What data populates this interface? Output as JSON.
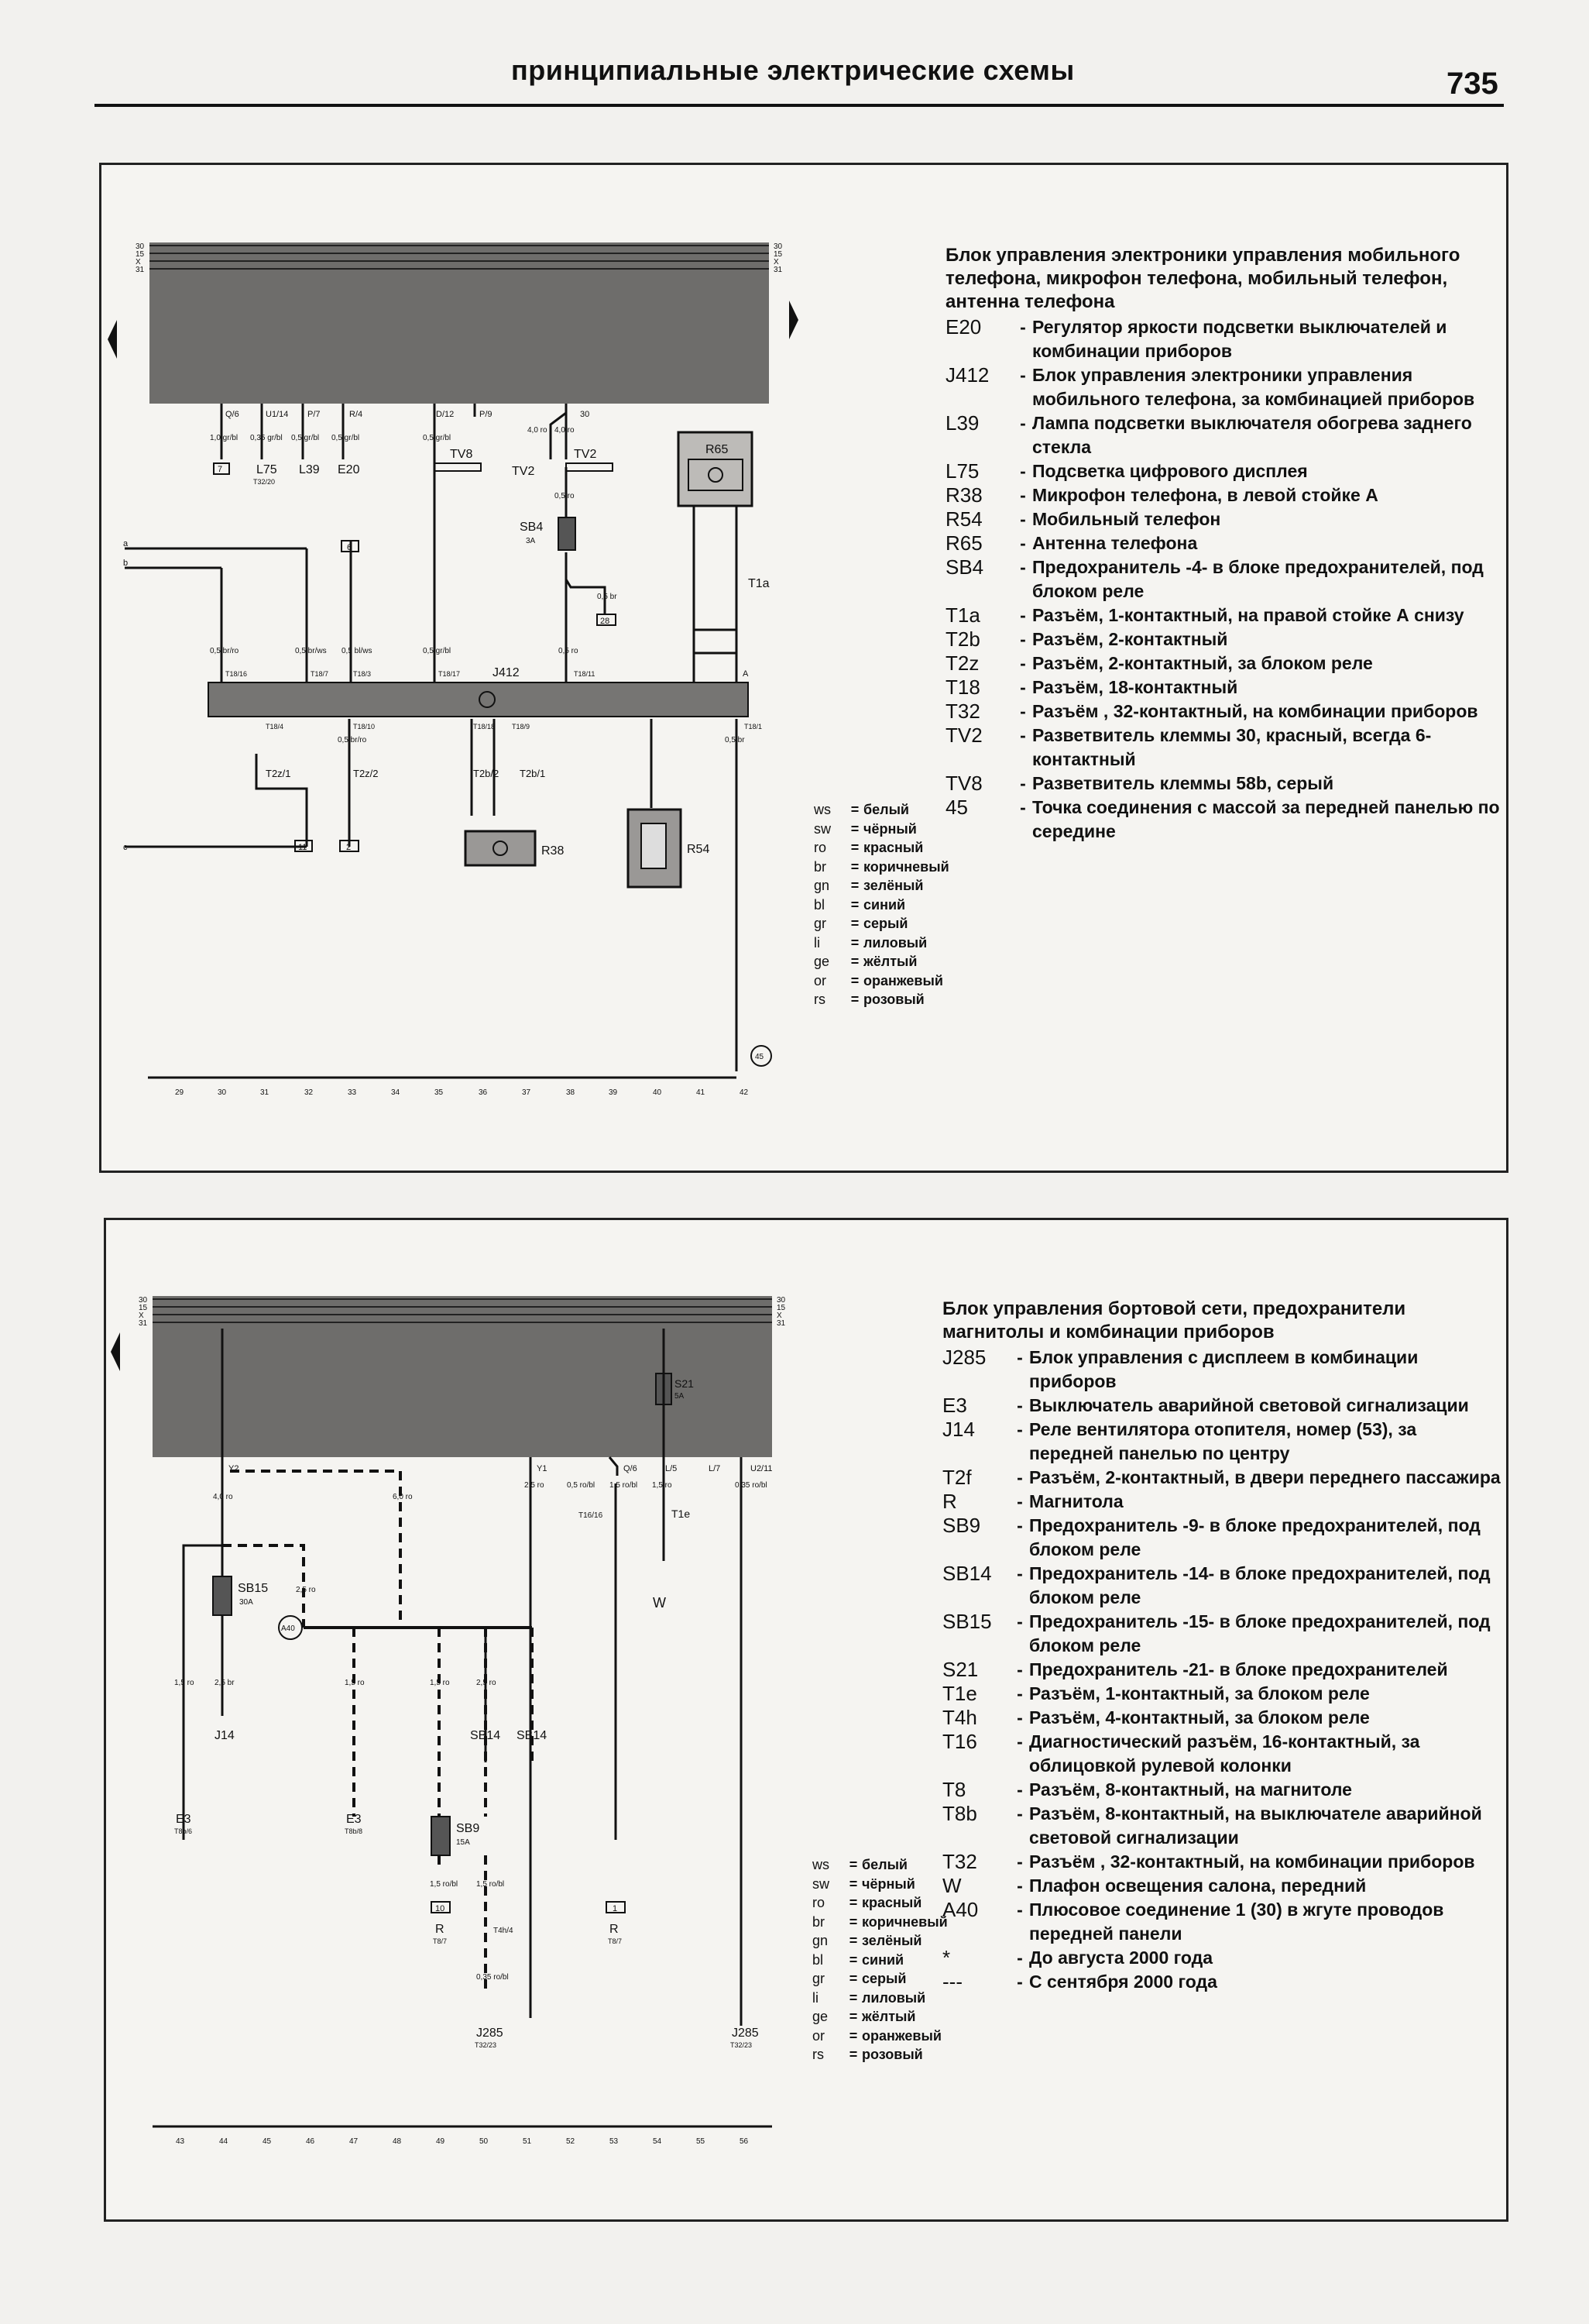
{
  "header": {
    "title": "принципиальные электрические схемы",
    "page": "735"
  },
  "common": {
    "bus_labels": [
      "30",
      "15",
      "X",
      "31"
    ],
    "color_codes": [
      {
        "code": "ws",
        "name": "белый"
      },
      {
        "code": "sw",
        "name": "чёрный"
      },
      {
        "code": "ro",
        "name": "красный"
      },
      {
        "code": "br",
        "name": "коричневый"
      },
      {
        "code": "gn",
        "name": "зелёный"
      },
      {
        "code": "bl",
        "name": "синий"
      },
      {
        "code": "gr",
        "name": "серый"
      },
      {
        "code": "li",
        "name": "лиловый"
      },
      {
        "code": "ge",
        "name": "жёлтый"
      },
      {
        "code": "or",
        "name": "оранжевый"
      },
      {
        "code": "rs",
        "name": "розовый"
      }
    ]
  },
  "diagram1": {
    "legend_title": "Блок управления электроники управления мобильного телефона, микрофон телефона, мобильный телефон, антенна телефона",
    "legend": [
      {
        "code": "E20",
        "desc": "Регулятор яркости подсветки выключателей и комбинации приборов"
      },
      {
        "code": "J412",
        "desc": "Блок управления электроники управления мобильного телефона, за комбинацией приборов"
      },
      {
        "code": "L39",
        "desc": "Лампа подсветки выключателя обогрева заднего стекла"
      },
      {
        "code": "L75",
        "desc": "Подсветка цифрового дисплея"
      },
      {
        "code": "R38",
        "desc": "Микрофон телефона, в левой стойке А"
      },
      {
        "code": "R54",
        "desc": "Мобильный телефон"
      },
      {
        "code": "R65",
        "desc": "Антенна телефона"
      },
      {
        "code": "SB4",
        "desc": "Предохранитель -4- в блоке предохранителей, под блоком реле"
      },
      {
        "code": "T1a",
        "desc": "Разъём, 1-контактный, на правой стойке А снизу"
      },
      {
        "code": "T2b",
        "desc": "Разъём, 2-контактный"
      },
      {
        "code": "T2z",
        "desc": "Разъём, 2-контактный, за блоком реле"
      },
      {
        "code": "T18",
        "desc": "Разъём, 18-контактный"
      },
      {
        "code": "T32",
        "desc": "Разъём , 32-контактный, на комбинации приборов"
      },
      {
        "code": "TV2",
        "desc": "Разветвитель клеммы 30, красный, всегда 6-контактный"
      },
      {
        "code": "TV8",
        "desc": "Разветвитель клеммы 58b, серый"
      },
      {
        "code": "45",
        "desc": "Точка соединения с массой за передней панелью по середине"
      }
    ],
    "top_pins": [
      "Q/6",
      "U1/14",
      "P/7",
      "R/4",
      "D/12",
      "P/9",
      "30"
    ],
    "wire_specs": [
      "1,0 gr/bl",
      "0,35 gr/bl",
      "0,5 gr/bl",
      "0,5 gr/bl",
      "0,5 gr/bl",
      "4,0 ro",
      "4,0 ro",
      "0,5 ro",
      "0,5 br/ro",
      "0,5 br/ws",
      "0,5 bl/ws",
      "0,5 gr/bl",
      "0,5 ro",
      "0,5 br",
      "0,5 br/ro",
      "0,5 br"
    ],
    "components": {
      "l75": "L75",
      "l75_sub": "T32/20",
      "l39": "L39",
      "e20": "E20",
      "tv8": "TV8",
      "tv2": "TV2",
      "tv2b": "TV2",
      "sb4": "SB4",
      "sb4_rating": "3A",
      "r65": "R65",
      "t1a": "T1a",
      "j412": "J412",
      "r38": "R38",
      "r54": "R54",
      "t2z1": "T2z/1",
      "t2z2": "T2z/2",
      "t2b2": "T2b/2",
      "t2b1": "T2b/1",
      "ground": "45"
    },
    "j412_pins": [
      "T18/16",
      "T18/7",
      "T18/3",
      "T18/17",
      "T18/11",
      "T18/4",
      "T18/10",
      "T18/18",
      "T18/9",
      "T18/1"
    ],
    "boxes": [
      "7",
      "6",
      "28",
      "11",
      "2"
    ],
    "side_letters": [
      "a",
      "b",
      "c",
      "A"
    ],
    "grid": [
      "29",
      "30",
      "31",
      "32",
      "33",
      "34",
      "35",
      "36",
      "37",
      "38",
      "39",
      "40",
      "41",
      "42"
    ]
  },
  "diagram2": {
    "legend_title": "Блок управления бортовой сети, предохранители магнитолы и комбинации приборов",
    "legend": [
      {
        "code": "J285",
        "desc": "Блок управления с дисплеем в комбинации приборов"
      },
      {
        "code": "E3",
        "desc": "Выключатель аварийной световой сигнализации"
      },
      {
        "code": "J14",
        "desc": "Реле вентилятора отопителя, номер (53), за передней панелью по центру"
      },
      {
        "code": "T2f",
        "desc": "Разъём, 2-контактный, в двери переднего пассажира"
      },
      {
        "code": "R",
        "desc": "Магнитола"
      },
      {
        "code": "SB9",
        "desc": "Предохранитель -9- в блоке предохранителей, под блоком реле"
      },
      {
        "code": "SB14",
        "desc": "Предохранитель -14- в блоке предохранителей, под блоком реле"
      },
      {
        "code": "SB15",
        "desc": "Предохранитель -15- в блоке предохранителей, под блоком реле"
      },
      {
        "code": "S21",
        "desc": "Предохранитель -21- в блоке предохранителей"
      },
      {
        "code": "T1e",
        "desc": "Разъём, 1-контактный, за блоком реле"
      },
      {
        "code": "T4h",
        "desc": "Разъём, 4-контактный, за блоком реле"
      },
      {
        "code": "T16",
        "desc": "Диагностический разъём, 16-контактный, за облицовкой рулевой колонки"
      },
      {
        "code": "T8",
        "desc": "Разъём, 8-контактный, на магнитоле"
      },
      {
        "code": "T8b",
        "desc": "Разъём, 8-контактный, на выключателе аварийной световой сигнализации"
      },
      {
        "code": "T32",
        "desc": "Разъём , 32-контактный, на комбинации приборов"
      },
      {
        "code": "W",
        "desc": "Плафон освещения салона, передний"
      },
      {
        "code": "A40",
        "desc": "Плюсовое соединение 1 (30) в жгуте проводов передней панели"
      },
      {
        "code": "*",
        "desc": "До августа 2000 года"
      },
      {
        "code": "---",
        "desc": "С сентября 2000 года"
      }
    ],
    "top_pins": [
      "Y2",
      "Y1",
      "Q/6",
      "L/5",
      "L/7",
      "U2/11"
    ],
    "wire_specs": [
      "4,0 ro",
      "6,0 ro",
      "2,5 ro",
      "0,5 ro/bl",
      "1,5 ro/bl",
      "1,5 ro",
      "0,35 ro/bl",
      "2,5 ro",
      "1,5 ro",
      "2,5 br",
      "1,5 ro",
      "1,5 ro",
      "2,5 ro",
      "1,5 ro/bl",
      "1,5 ro/bl",
      "0,35 ro/bl"
    ],
    "components": {
      "sb15": "SB15",
      "sb15_rating": "30A",
      "sb9": "SB9",
      "sb9_rating": "15A",
      "s21": "S21",
      "s21_rating": "5A",
      "a40": "A40",
      "j14": "J14",
      "sb14a": "SB14",
      "sb14b": "SB14",
      "e3a": "E3",
      "e3a_sub": "T8b/6",
      "e3b": "E3",
      "e3b_sub": "T8b/8",
      "r1": "R",
      "r1_sub": "T8/7",
      "r2": "R",
      "r2_sub": "T8/7",
      "t4h": "T4h/4",
      "t16": "T16/16",
      "t1e": "T1e",
      "w": "W",
      "j285a": "J285",
      "j285a_sub": "T32/23",
      "j285b": "J285",
      "j285b_sub": "T32/23",
      "box10": "10",
      "box1": "1"
    },
    "grid": [
      "43",
      "44",
      "45",
      "46",
      "47",
      "48",
      "49",
      "50",
      "51",
      "52",
      "53",
      "54",
      "55",
      "56"
    ]
  }
}
